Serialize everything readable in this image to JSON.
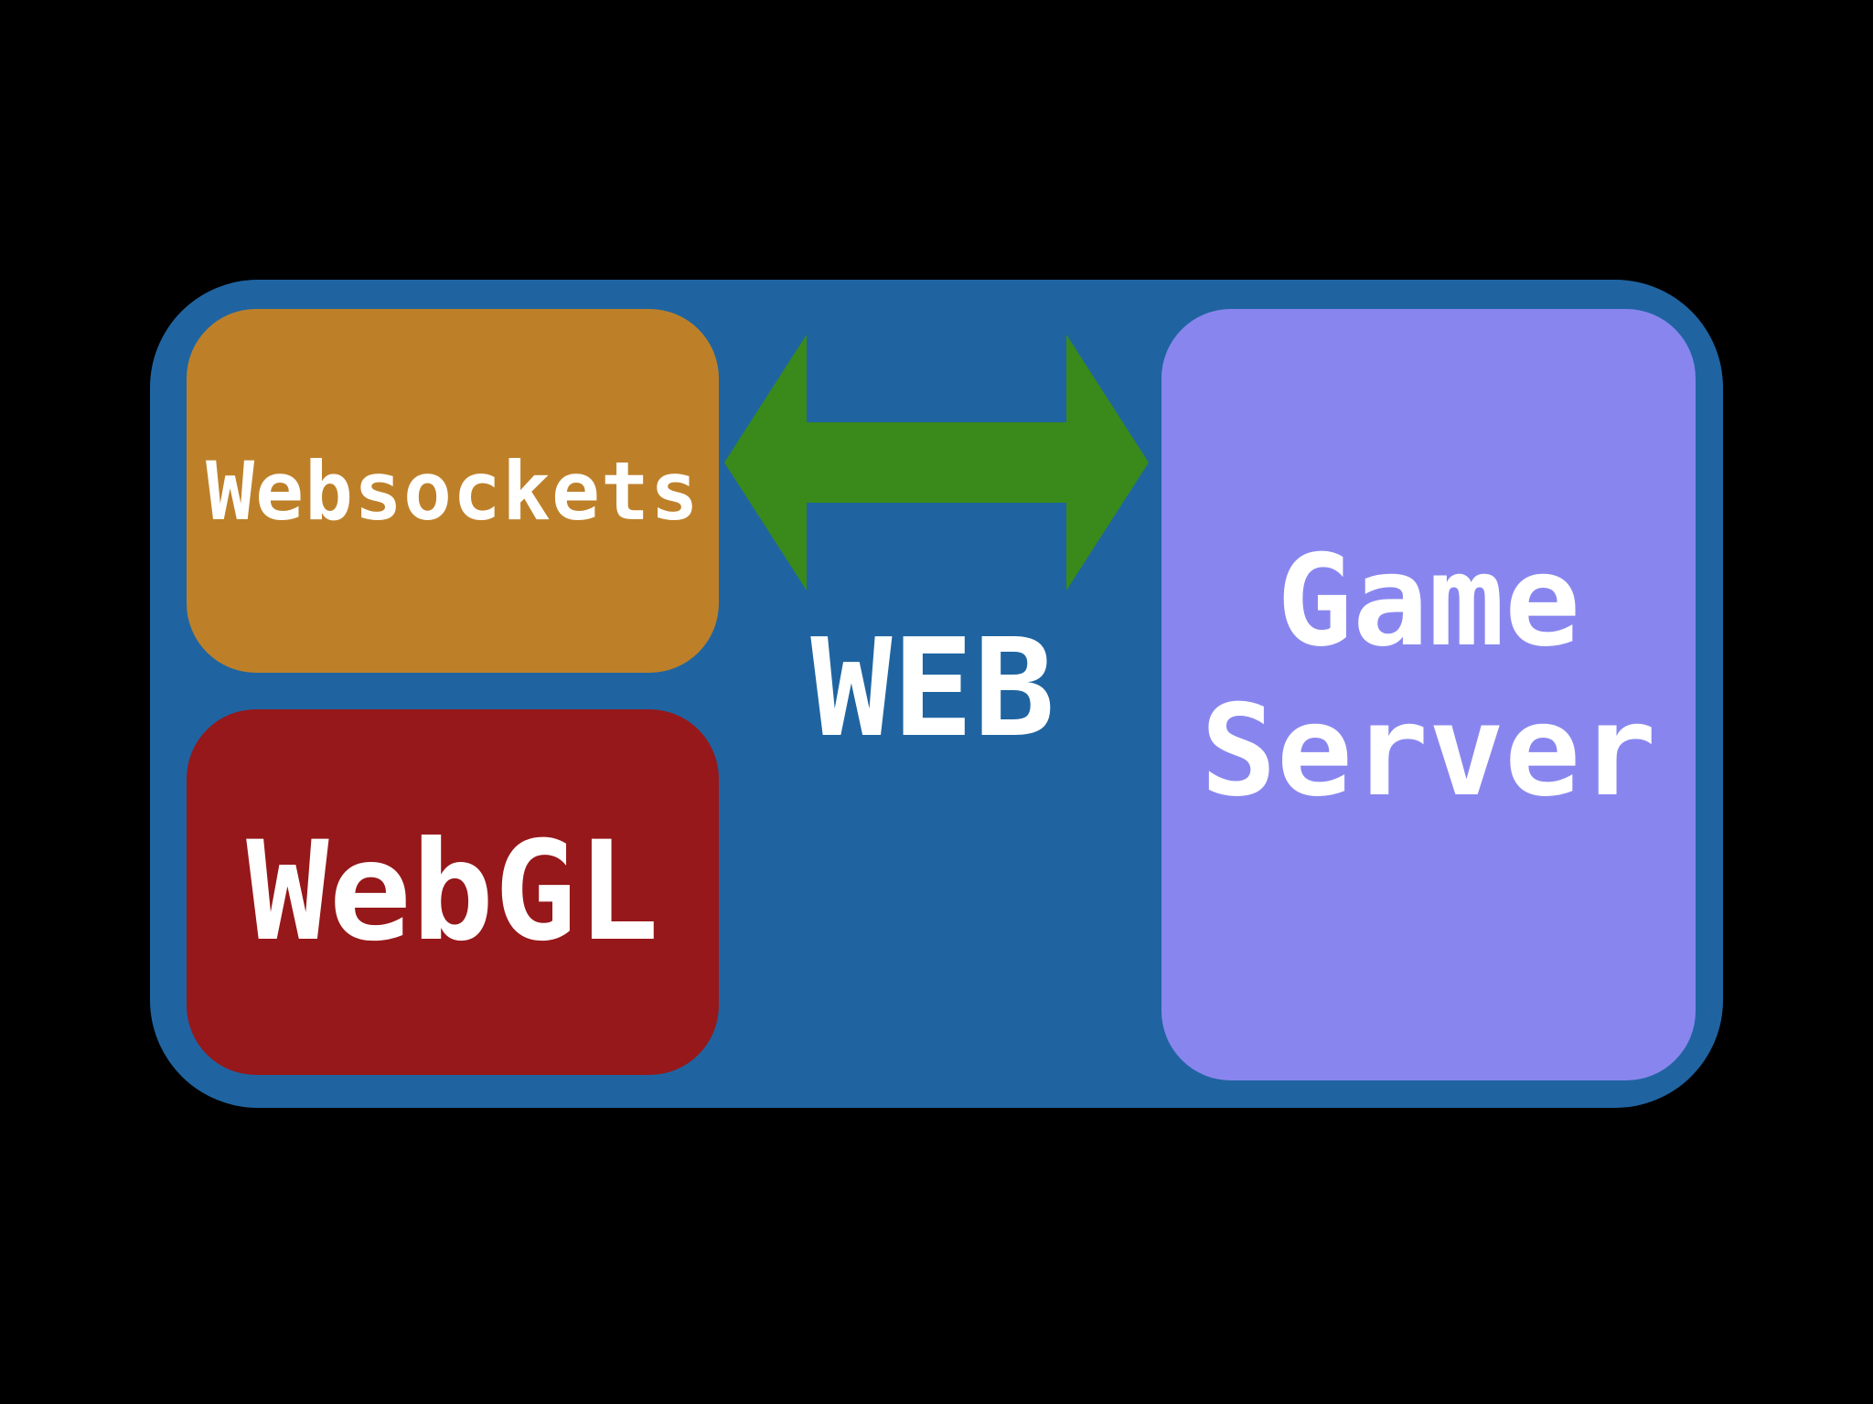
{
  "diagram": {
    "websockets_label": "Websockets",
    "webgl_label": "WebGL",
    "web_label": "WEB",
    "server_label_line1": "Game",
    "server_label_line2": "Server",
    "arrow_direction": "bidirectional"
  },
  "colors": {
    "background": "#000000",
    "container": "#1f64a1",
    "websockets_box": "#bd8029",
    "webgl_box": "#96181a",
    "server_box": "#8886ee",
    "arrow": "#3a8a1b",
    "text": "#ffffff"
  }
}
